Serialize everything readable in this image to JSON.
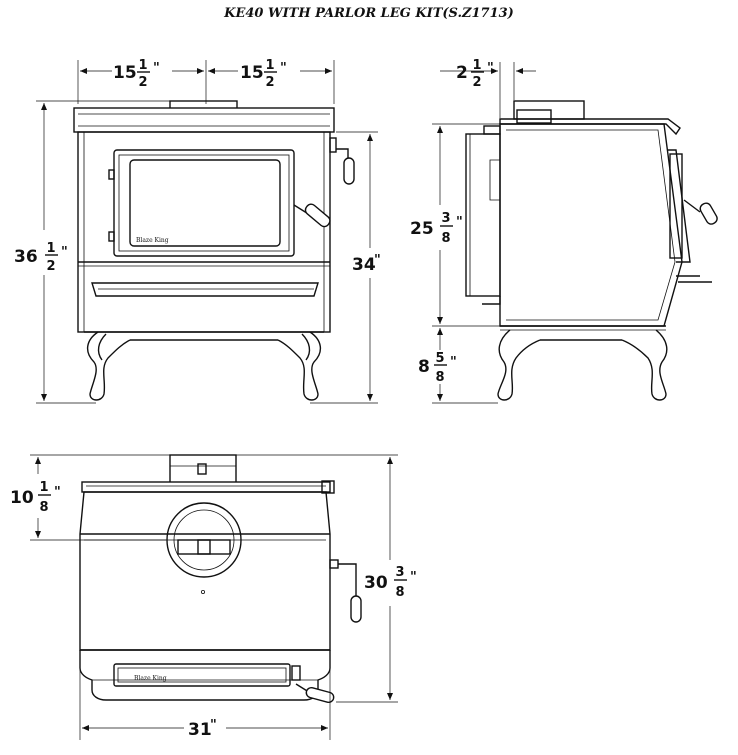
{
  "title": "KE40 WITH PARLOR LEG KIT(S.Z1713)",
  "dimensions": {
    "front_half_left": {
      "whole": "15",
      "num": "1",
      "den": "2",
      "unit": "\""
    },
    "front_half_right": {
      "whole": "15",
      "num": "1",
      "den": "2",
      "unit": "\""
    },
    "front_total_height": {
      "whole": "36",
      "num": "1",
      "den": "2",
      "unit": "\""
    },
    "front_body_height": {
      "whole": "34",
      "unit": "\""
    },
    "side_flue_offset": {
      "whole": "2",
      "num": "1",
      "den": "2",
      "unit": "\""
    },
    "side_body_height": {
      "whole": "25",
      "num": "3",
      "den": "8",
      "unit": "\""
    },
    "side_leg_height": {
      "whole": "8",
      "num": "5",
      "den": "8",
      "unit": "\""
    },
    "top_flue_depth": {
      "whole": "10",
      "num": "1",
      "den": "8",
      "unit": "\""
    },
    "top_depth": {
      "whole": "30",
      "num": "3",
      "den": "8",
      "unit": "\""
    },
    "top_width": {
      "whole": "31",
      "unit": "\""
    }
  },
  "logo_text": "Blaze King"
}
